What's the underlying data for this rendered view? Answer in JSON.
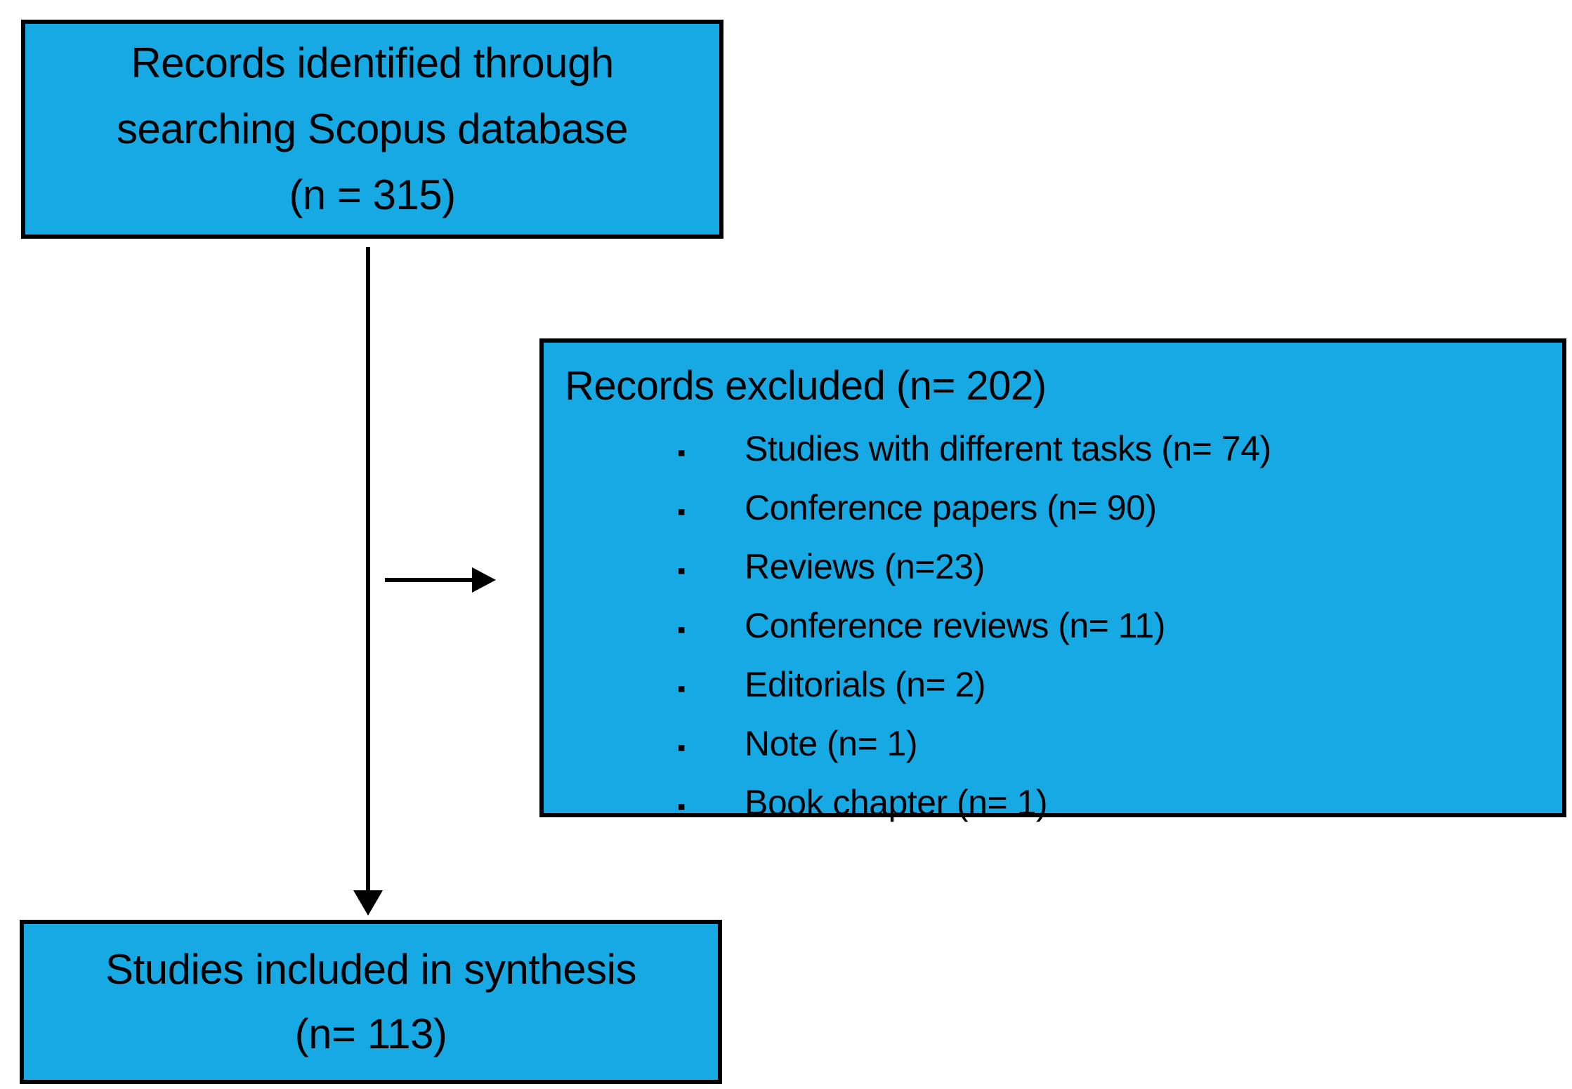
{
  "diagram": {
    "type": "prisma-flow",
    "colors": {
      "box_fill": "#17a9e4",
      "box_border": "#000000",
      "text": "#000000",
      "background": "#ffffff"
    },
    "identified_box": {
      "line1": "Records identified through",
      "line2": "searching Scopus database",
      "line3": "(n = 315)"
    },
    "excluded_box": {
      "title": "Records excluded (n= 202)",
      "bullet": "▪",
      "items": [
        "Studies with different tasks (n= 74)",
        "Conference papers (n= 90)",
        "Reviews (n=23)",
        "Conference reviews (n= 11)",
        "Editorials (n= 2)",
        "Note (n= 1)",
        "Book chapter (n= 1)"
      ]
    },
    "included_box": {
      "line1": "Studies included in synthesis",
      "line2": "(n= 113)"
    }
  }
}
